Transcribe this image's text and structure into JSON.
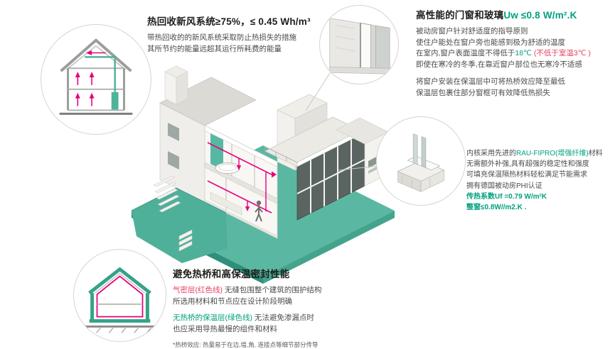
{
  "colors": {
    "green": "#00a07f",
    "red": "#e8415f",
    "magenta_line": "#e5007d",
    "teal_illustration": "#58b7a1",
    "title_text": "#1d1d1b",
    "body_text": "#4c4b49"
  },
  "illustrations": {
    "top_left": "heat-recovery-ventilation-section",
    "top_right": "window-corner-detail",
    "middle_right": "window-frame-profile",
    "bottom_left": "thermal-bridge-section",
    "center": "passive-house-isometric-cutaway"
  },
  "ventilation": {
    "title": "热回收新风系统≥75%，≤ 0.45 Wh/m³",
    "line1": "带热回收的的新风系统采取防止热损失的措施",
    "line2": "其所节约的能量远超其运行所耗费的能量"
  },
  "windows": {
    "title_black": "高性能的门窗和玻璃",
    "title_green": "Uw ≤0.8 W/m².K",
    "line1": "被动房窗户针对舒适度的指导原则",
    "line2": "使住户能处在窗户旁也能感到极为舒适的温度",
    "line3_pre": "在室内,窗户表面温度不得低于",
    "line3_green": "18℃",
    "line3_red": " (不低于室温3℃ )",
    "line4": "即使在寒冷的冬季,在靠近窗户部位也无寒冷不适感",
    "line5": "将窗户安装在保温层中可将热桥效应降至最低",
    "line6": "保温层包裹住部分窗框可有效降低热损失"
  },
  "profile": {
    "line1_pre": "内核采用先进的",
    "line1_green": "RAU-FIPRO(增强纤维)",
    "line1_post": "材料",
    "line2": "无需额外补强,具有超强的稳定性和强度",
    "line3": "可填充保温隔热材料轻松满足节能需求",
    "line4": "拥有德国被动房PHI认证",
    "line5_green": "传热系数Uf =0.79 W/m²K",
    "line6_green": "整窗≤0.8W//m2.K ."
  },
  "thermal": {
    "title": "避免热桥和高保温密封性能",
    "line1_red": "气密层(红色线)",
    "line1_rest": " 无缝包围整个建筑的围护结构",
    "line2": "所选用材料和节点应在设计阶段明确",
    "line3_green": "无热桥的保温层(绿色线)",
    "line3_rest": " 无法避免渗漏点时",
    "line4": "也应采用导热最慢的组件和材料",
    "footnote": "*热桥效应: 热量易于在边,墙,角, 连接点等细节部分传导"
  }
}
